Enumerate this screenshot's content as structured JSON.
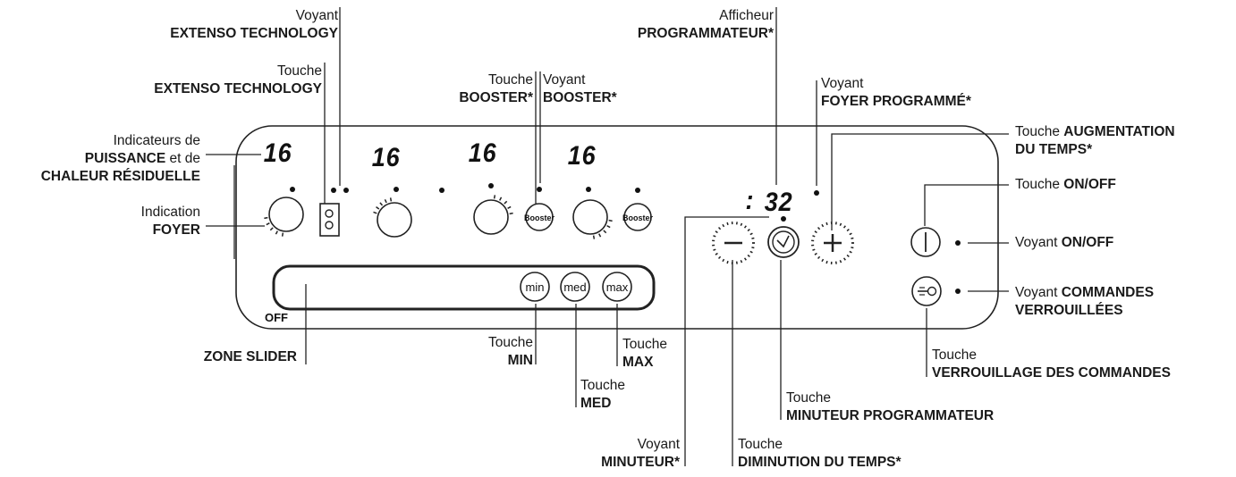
{
  "display_digits": {
    "zone1": "16",
    "zone2": "16",
    "zone3": "16",
    "zone4": "16",
    "timer": "32",
    "timer_colon": ":"
  },
  "buttons": {
    "booster": "Booster",
    "min": "min",
    "med": "med",
    "max": "max",
    "off": "OFF"
  },
  "labels": {
    "voyant_extenso": {
      "line1": "Voyant",
      "line2": "EXTENSO TECHNOLOGY"
    },
    "touche_extenso": {
      "line1": "Touche",
      "line2": "EXTENSO TECHNOLOGY"
    },
    "indicateurs": {
      "line1": "Indicateurs de",
      "line2a": "PUISSANCE",
      "line2b": " et de",
      "line3": "CHALEUR RÉSIDUELLE"
    },
    "indication_foyer": {
      "line1": "Indication",
      "line2": "FOYER"
    },
    "touche_booster": {
      "line1": "Touche",
      "line2": "BOOSTER*"
    },
    "voyant_booster": {
      "line1": "Voyant",
      "line2": "BOOSTER*"
    },
    "afficheur": {
      "line1": "Afficheur",
      "line2": "PROGRAMMATEUR*"
    },
    "voyant_foyer_prog": {
      "line1": "Voyant",
      "line2": "FOYER PROGRAMMÉ*"
    },
    "touche_augment": {
      "line1a": "Touche ",
      "line1b": "AUGMENTATION",
      "line2": "DU TEMPS*"
    },
    "touche_onoff": {
      "line1a": "Touche ",
      "line1b": "ON/OFF"
    },
    "voyant_onoff": {
      "line1a": "Voyant ",
      "line1b": "ON/OFF"
    },
    "voyant_commandes": {
      "line1a": "Voyant ",
      "line1b": "COMMANDES",
      "line2": "VERROUILLÉES"
    },
    "touche_verrou": {
      "line1": "Touche",
      "line2": "VERROUILLAGE DES COMMANDES"
    },
    "touche_minuteur": {
      "line1": "Touche",
      "line2": "MINUTEUR PROGRAMMATEUR"
    },
    "touche_diminution": {
      "line1": "Touche",
      "line2": "DIMINUTION DU TEMPS*"
    },
    "voyant_minuteur": {
      "line1": "Voyant",
      "line2": "MINUTEUR*"
    },
    "touche_med": {
      "line1": "Touche",
      "line2": "MED"
    },
    "touche_min": {
      "line1": "Touche",
      "line2": "MIN"
    },
    "touche_max": {
      "line1": "Touche",
      "line2": "MAX"
    },
    "zone_slider": {
      "line1": "ZONE SLIDER"
    }
  }
}
